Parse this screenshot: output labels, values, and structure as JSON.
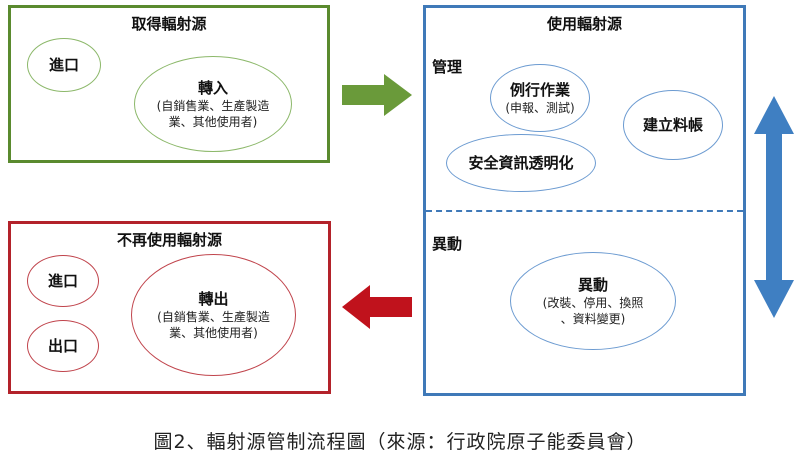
{
  "acquire": {
    "title": "取得輻射源",
    "import": "進口",
    "transfer_in": {
      "title": "轉入",
      "sub1": "(自銷售業、生產製造",
      "sub2": "業、其他使用者)"
    }
  },
  "use": {
    "title": "使用輻射源",
    "manage_label": "管理",
    "routine": {
      "title": "例行作業",
      "sub": "(申報、測試)"
    },
    "ledger": "建立料帳",
    "security": "安全資訊透明化",
    "change_label": "異動",
    "change": {
      "title": "異動",
      "sub1": "(改裝、停用、換照",
      "sub2": "、資料變更)"
    }
  },
  "stop": {
    "title": "不再使用輻射源",
    "import": "進口",
    "export": "出口",
    "transfer_out": {
      "title": "轉出",
      "sub1": "(自銷售業、生產製造",
      "sub2": "業、其他使用者)"
    }
  },
  "caption": "圖2、輻射源管制流程圖（來源：行政院原子能委員會）",
  "colors": {
    "green": "#5a8a2e",
    "blue": "#3f79b8",
    "red": "#b3222a"
  }
}
